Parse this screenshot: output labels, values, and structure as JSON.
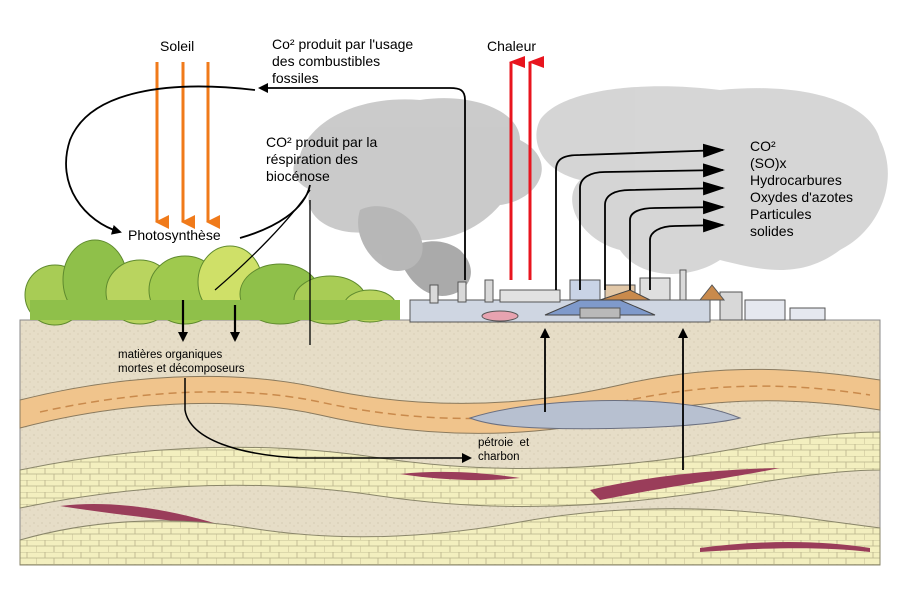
{
  "labels": {
    "sun": "Soleil",
    "fossil_co2": [
      "Co² produit par l'usage",
      "des combustibles",
      "fossiles"
    ],
    "heat": "Chaleur",
    "respiration_co2": [
      "CO² produit par la",
      "réspiration des",
      "biocénose"
    ],
    "photosynthesis": "Photosynthèse",
    "emissions": [
      "CO²",
      "(SO)x",
      "Hydrocarbures",
      "Oxydes d'azotes",
      "Particules",
      "solides"
    ],
    "dead_matter": [
      "matières organiques",
      "mortes et décomposeurs"
    ],
    "oil_coal": [
      "pétroie  et",
      "charbon"
    ]
  },
  "colors": {
    "sun_arrows": "#f07a1a",
    "heat_arrows": "#e8141e",
    "ground": "#e6ddc7",
    "orange_layer": "#f0c48c",
    "limestone_layer": "#f3efbf",
    "coal_seam": "#9a3d5a",
    "smoke": "#9a9a9a",
    "trees": "#8fc04a"
  }
}
